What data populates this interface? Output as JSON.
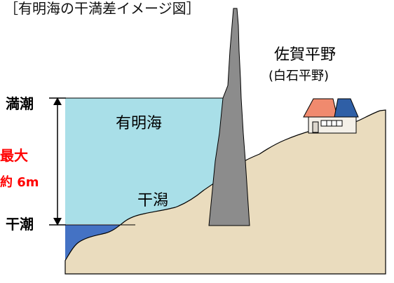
{
  "title": "［有明海の干満差イメージ図］",
  "tide": {
    "high": "満潮",
    "low": "干潮"
  },
  "difference": {
    "label": "最大",
    "value": "約 6m"
  },
  "places": {
    "sea": "有明海",
    "tidal_flat": "干潟",
    "plain": "佐賀平野",
    "plain_sub": "(白石平野)"
  },
  "colors": {
    "high_water": "#a9dfe8",
    "low_water": "#4472c4",
    "land": "#eadcbe",
    "tower": "#8c8c8c",
    "house_roof_left": "#f08a6e",
    "house_roof_right": "#2f5fa6",
    "highlight_text": "#ff0000"
  }
}
